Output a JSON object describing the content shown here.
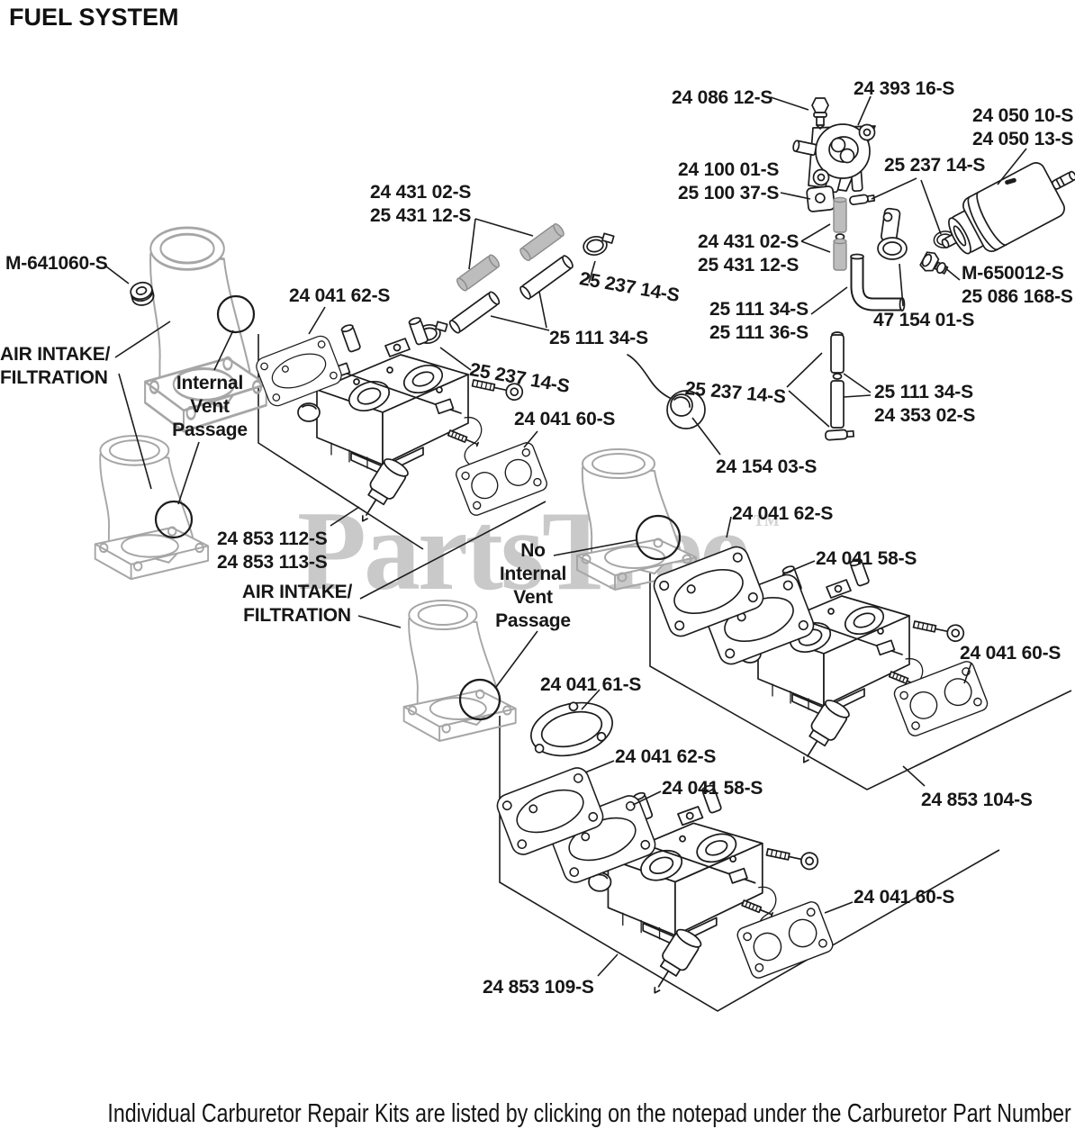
{
  "page": {
    "title": "FUEL SYSTEM",
    "footer": "Individual Carburetor Repair Kits are listed by clicking on the notepad under the Carburetor Part Number"
  },
  "watermark": {
    "text": "PartsTree",
    "tm": "™"
  },
  "colors": {
    "label_text": "#171717",
    "watermark_gray": "#c9c9c9",
    "line_dark": "#1c1c1c",
    "line_gray": "#a6a6a6",
    "tube_gray": "#bdbdbd"
  },
  "labels": {
    "bolt": "24 086 12-S",
    "fuel_pump": "24 393 16-S",
    "fuel_filter": "24 050 10-S\n24 050 13-S",
    "pulse_block": "24 100 01-S\n25 100 37-S",
    "clamp_top_right": "25 237 14-S",
    "tubes_left": "24 431 02-S\n25 431 12-S",
    "tubes_right": "24 431 02-S\n25 431 12-S",
    "clamp_upper_mid": "25 237 14-S",
    "tube_white_mid": "25 111 34-S",
    "clamp_lower_mid": "25 237 14-S",
    "grommet": "M-641060-S",
    "air_intake_top": "AIR INTAKE/\nFILTRATION",
    "internal_vent": "Internal\nVent\nPassage",
    "gasket_62_first": "24 041 62-S",
    "gasket_60_first": "24 041 60-S",
    "hose": "25 111 34-S\n25 111 36-S",
    "clamp_bracket": "47 154 01-S",
    "screw": "M-650012-S\n25 086 168-S",
    "clamp_mid_right": "25 237 14-S",
    "fuel_line": "25 111 34-S\n24 353 02-S",
    "check_valve": "24 154 03-S",
    "carb_asm_1": "24 853 112-S\n24 853 113-S",
    "air_intake_bottom": "AIR INTAKE/\nFILTRATION",
    "no_internal_vent": "No\nInternal\nVent\nPassage",
    "gasket_62_mid": "24 041 62-S",
    "gasket_58_mid": "24 041 58-S",
    "gasket_60_mid": "24 041 60-S",
    "gasket_61": "24 041 61-S",
    "gasket_62_bot": "24 041 62-S",
    "gasket_58_bot": "24 041 58-S",
    "carb_asm_2": "24 853 104-S",
    "gasket_60_bot": "24 041 60-S",
    "carb_asm_3": "24 853 109-S"
  }
}
